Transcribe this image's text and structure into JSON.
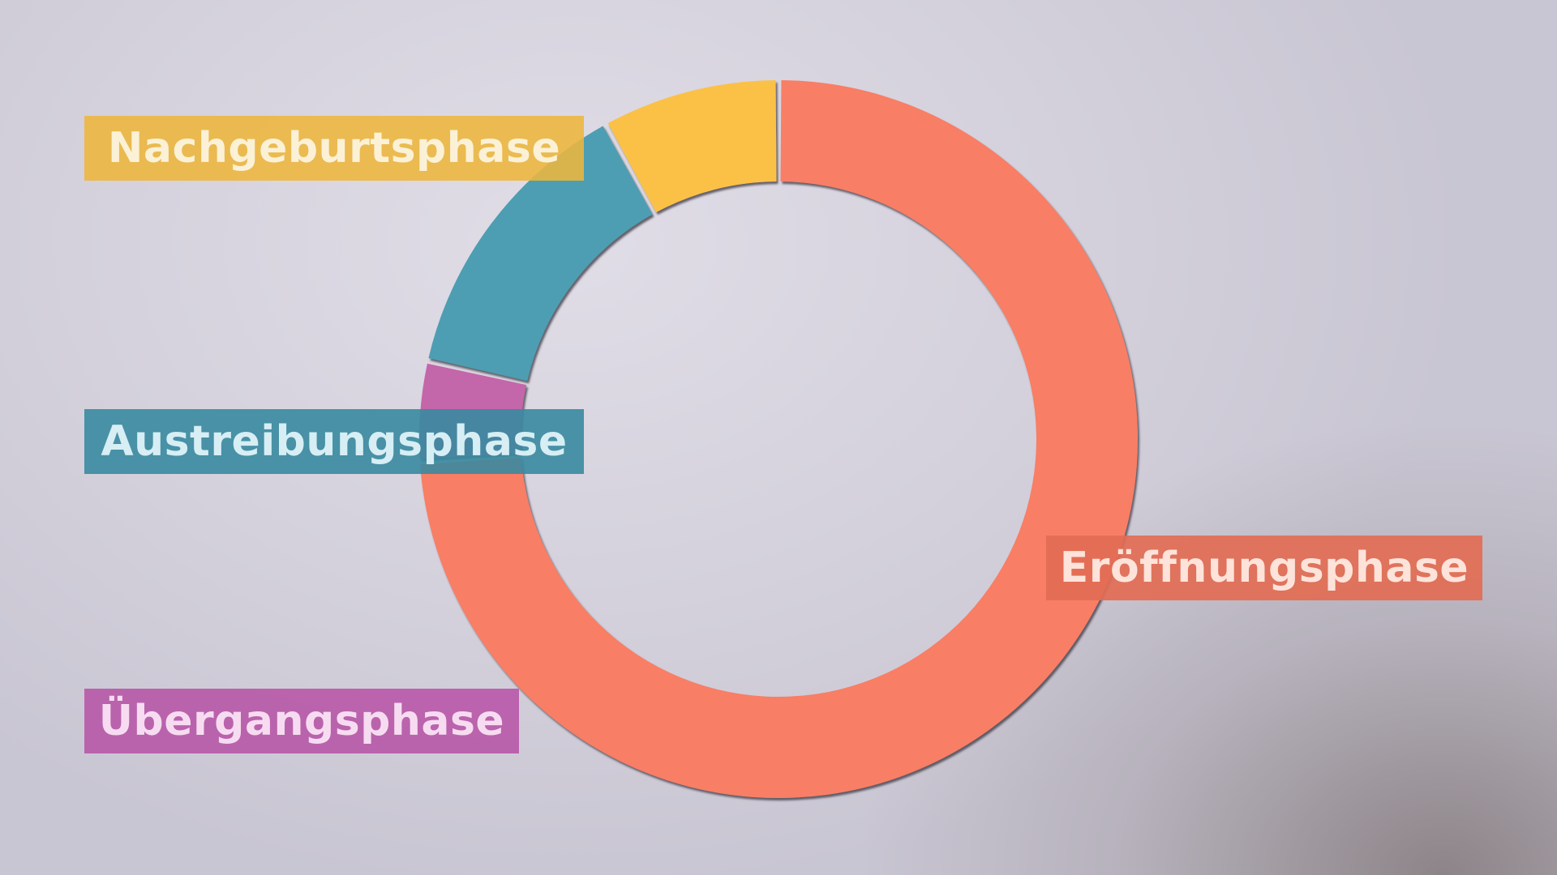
{
  "chart_data": {
    "type": "pie",
    "variant": "donut",
    "title": "",
    "slices": [
      {
        "label": "Eröffnungsphase",
        "value": 74,
        "color": "#f87e65"
      },
      {
        "label": "Übergangsphase",
        "value": 4.5,
        "color": "#c466aa"
      },
      {
        "label": "Austreibungsphase",
        "value": 13.5,
        "color": "#4e9eb2"
      },
      {
        "label": "Nachgeburtsphase",
        "value": 8,
        "color": "#fbc147"
      }
    ]
  },
  "labels": {
    "nachgeburt": "Nachgeburtsphase",
    "austreibung": "Austreibungsphase",
    "uebergang": "Übergangsphase",
    "eroeffnung": "Eröffnungsphase"
  }
}
